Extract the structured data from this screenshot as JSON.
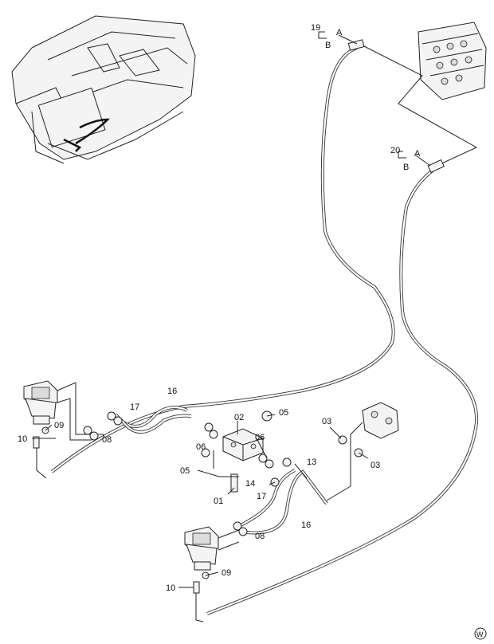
{
  "callouts": {
    "c19": "19",
    "c19a": "A",
    "c19b": "B",
    "c20": "20",
    "c20a": "A",
    "c20b": "B",
    "c16a": "16",
    "c17a": "17",
    "c02": "02",
    "c05a": "05",
    "c05b": "05",
    "c06a": "06",
    "c06b": "06",
    "c08a": "08",
    "c08b": "08",
    "c09a": "09",
    "c09b": "09",
    "c10a": "10",
    "c10b": "10",
    "c03a": "03",
    "c03b": "03",
    "c13": "13",
    "c14": "14",
    "c01": "01",
    "c17b": "17",
    "c16b": "16"
  },
  "corner_mark": "W"
}
